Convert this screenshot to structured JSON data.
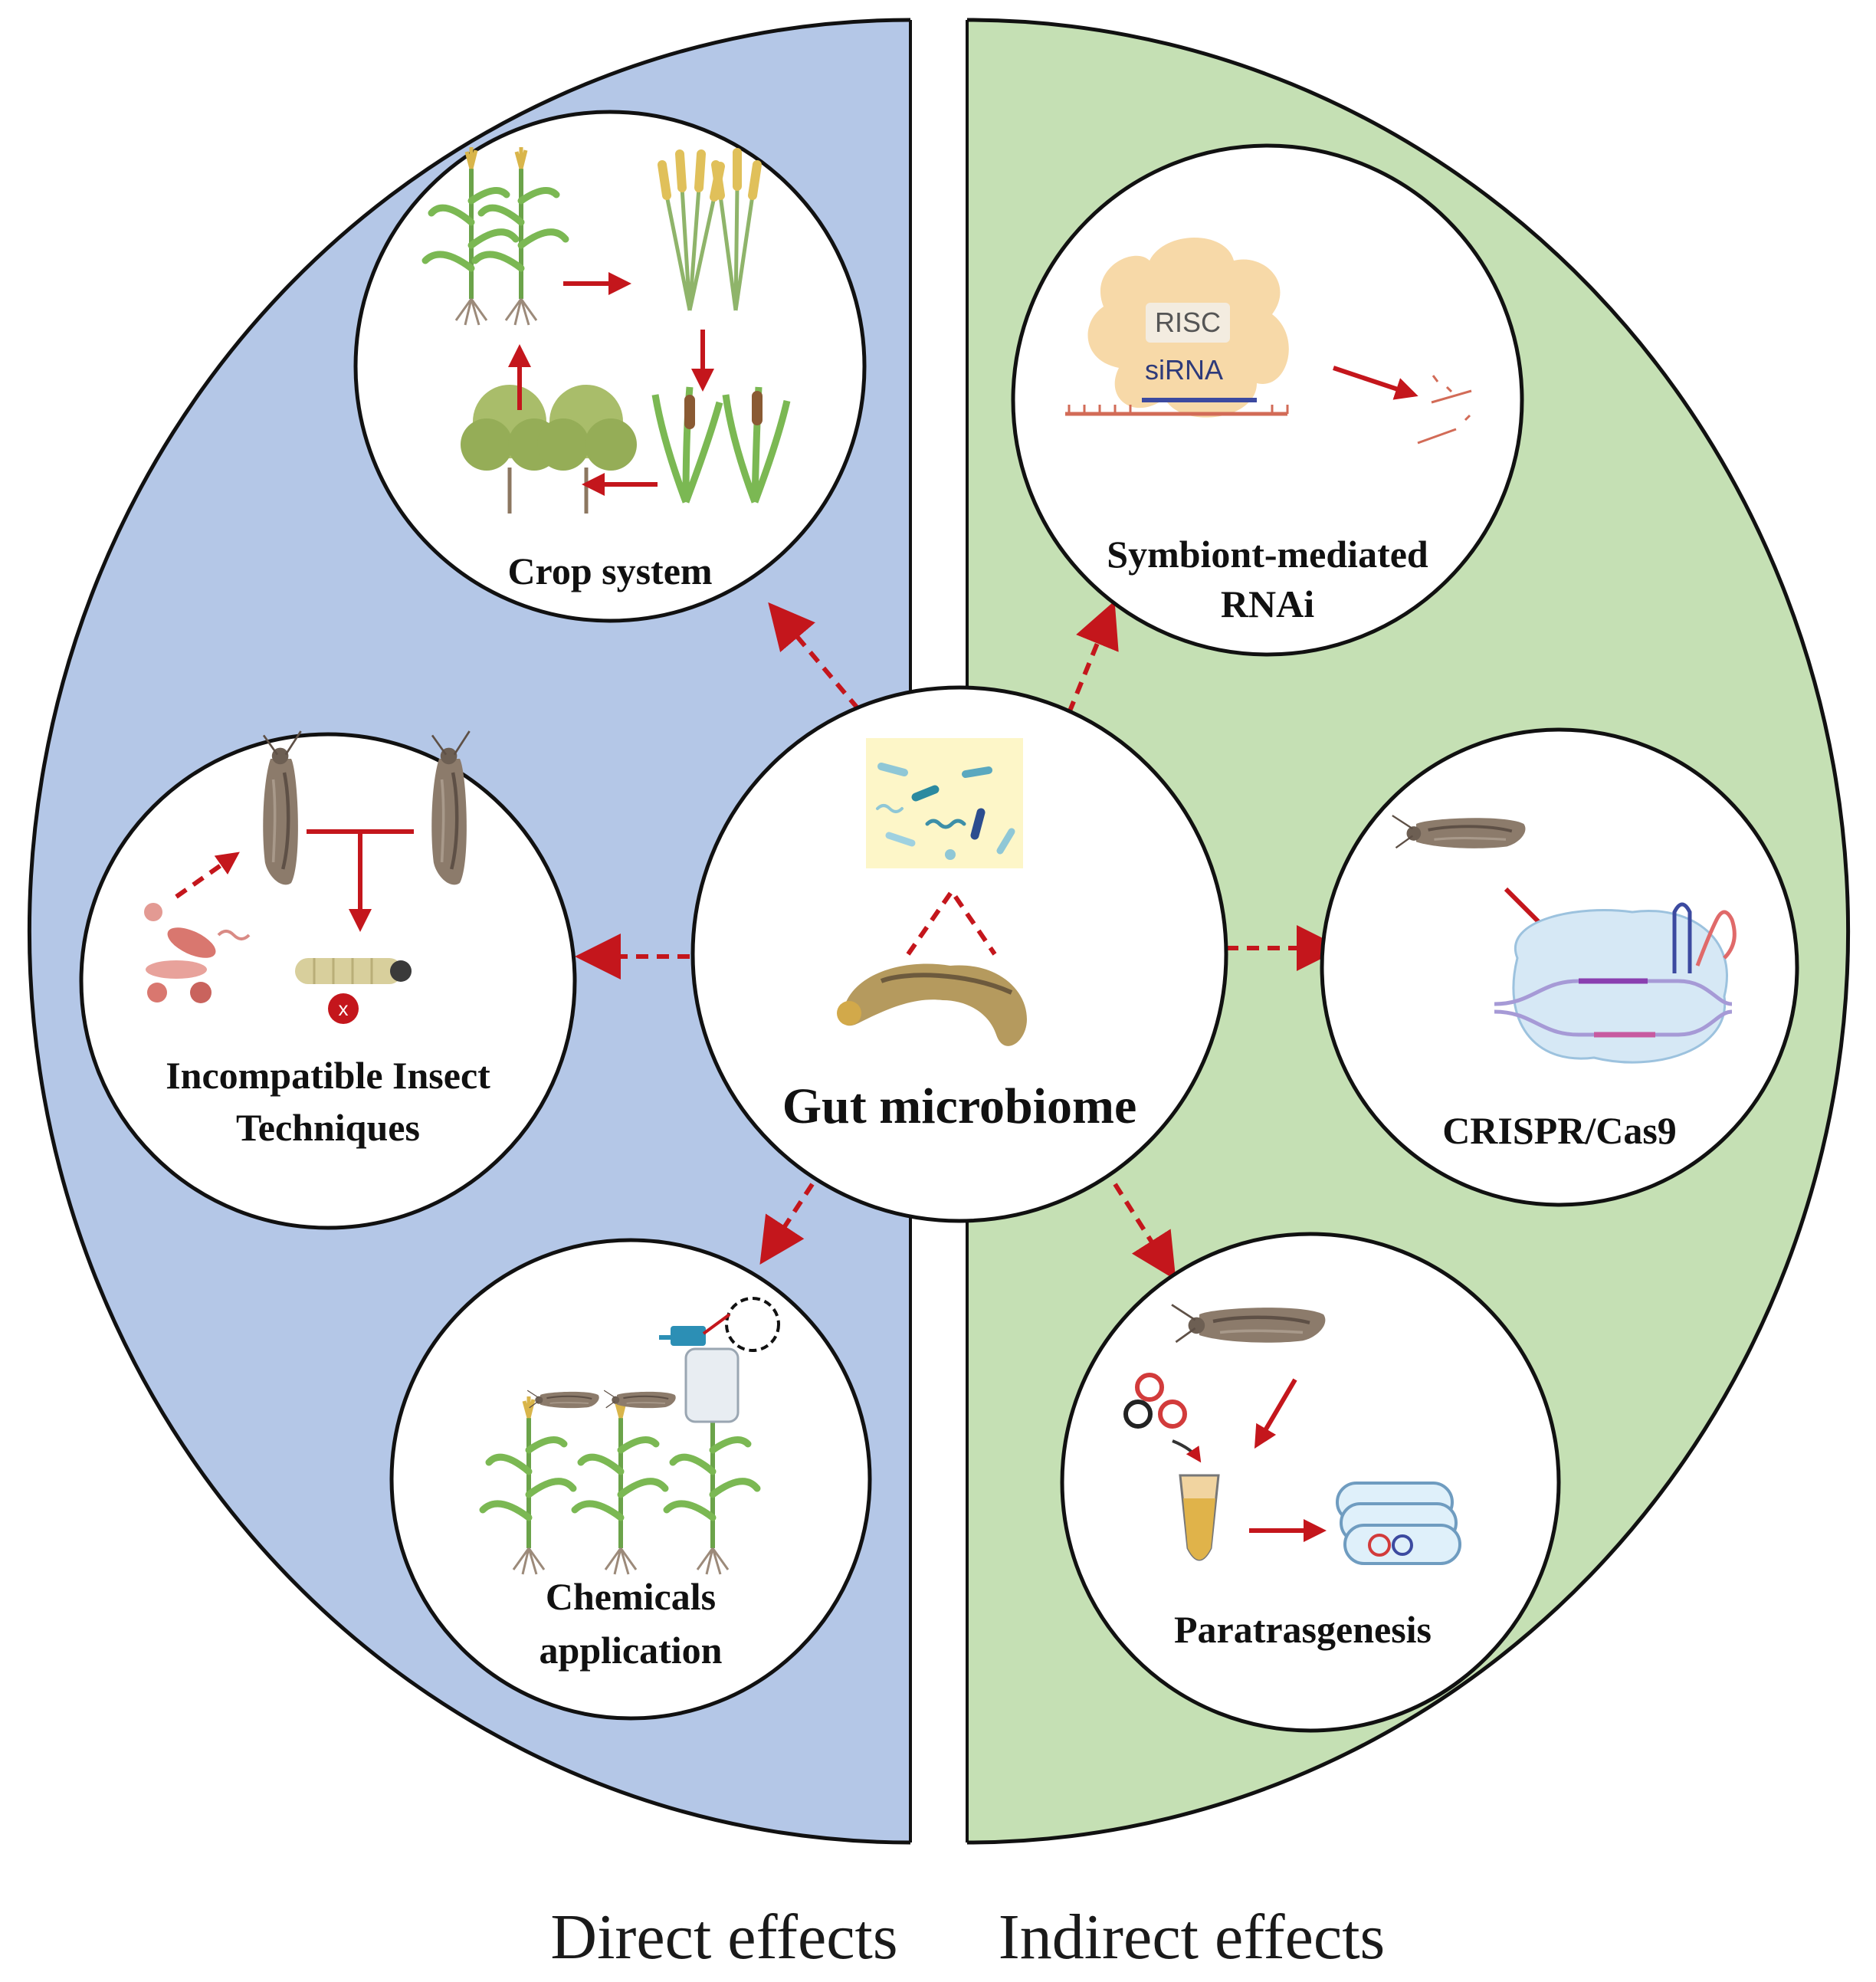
{
  "center": {
    "title": "Gut microbiome"
  },
  "direct": {
    "caption": "Direct effects",
    "nodes": {
      "crop_system": "Crop system",
      "incompatible": [
        "Incompatible Insect",
        "Techniques"
      ],
      "chemicals": [
        "Chemicals",
        "application"
      ]
    }
  },
  "indirect": {
    "caption": "Indirect effects",
    "nodes": {
      "rnai": [
        "Symbiont-mediated",
        "RNAi"
      ],
      "crispr": "CRISPR/Cas9",
      "paratransgenesis": "Paratrasgenesis"
    },
    "rnai_labels": {
      "risc": "RISC",
      "sirna": "siRNA"
    }
  },
  "colors": {
    "direct_bg": "#b4c7e7",
    "indirect_bg": "#c5e0b4",
    "arrow": "#c4161c"
  },
  "icons": [
    "corn-plant-icon",
    "wheat-plant-icon",
    "cattail-plant-icon",
    "shrub-plant-icon",
    "moth-icon",
    "larva-icon",
    "bacteria-icon",
    "spray-bottle-icon",
    "dna-strand-icon",
    "tube-icon",
    "plasmid-icon"
  ]
}
